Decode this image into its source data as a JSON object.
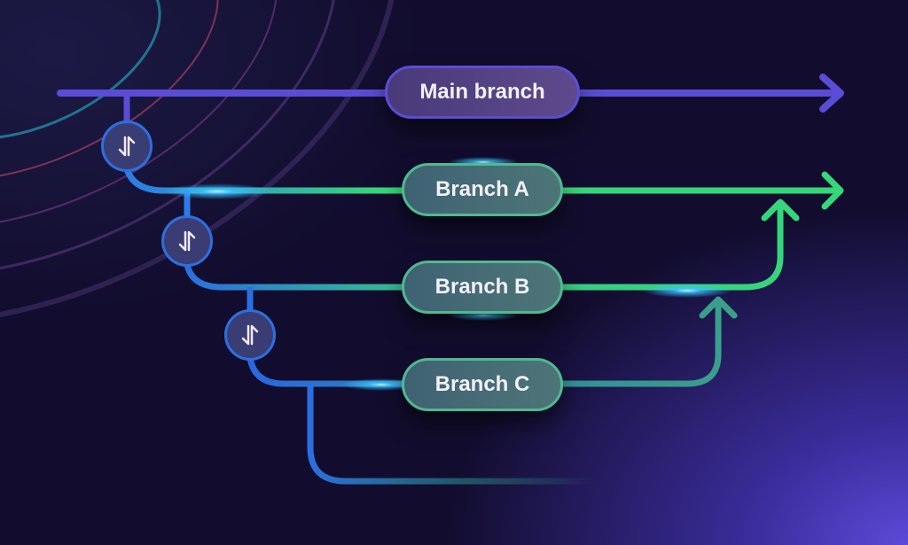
{
  "branches": {
    "main": "Main branch",
    "a": "Branch A",
    "b": "Branch B",
    "c": "Branch C"
  },
  "icons": [
    "merge-arrows-icon",
    "merge-arrows-icon",
    "merge-arrows-icon"
  ],
  "colors": {
    "main": "#5b4cd6",
    "branch": "#36d67a",
    "node": "#2e6fe0",
    "background": "#110c2b"
  }
}
